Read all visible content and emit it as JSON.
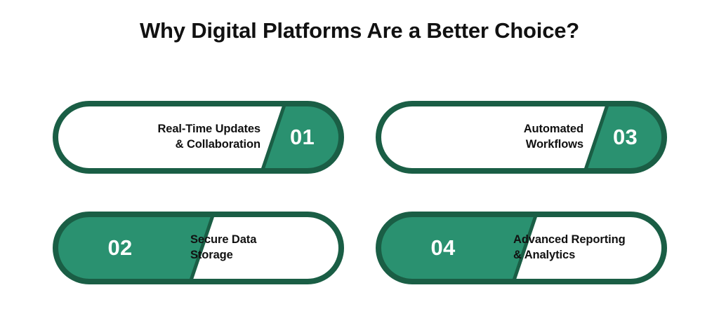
{
  "page": {
    "title": "Why Digital Platforms Are a Better Choice?",
    "background": "#ffffff"
  },
  "theme": {
    "border_green": "#1A5E45",
    "fill_green": "#2A9170",
    "panel_white": "#ffffff",
    "text_dark": "#111111",
    "number_white": "#ffffff"
  },
  "cards": [
    {
      "number": "01",
      "number_side": "right",
      "label_line1": "Real-Time Updates",
      "label_line2": "& Collaboration"
    },
    {
      "number": "02",
      "number_side": "left",
      "label_line1": "Secure Data",
      "label_line2": "Storage"
    },
    {
      "number": "03",
      "number_side": "right",
      "label_line1": "Automated",
      "label_line2": "Workflows"
    },
    {
      "number": "04",
      "number_side": "left",
      "label_line1": "Advanced Reporting",
      "label_line2": "& Analytics"
    }
  ]
}
